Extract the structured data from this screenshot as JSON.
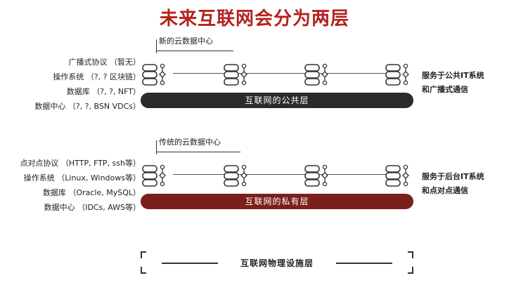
{
  "title": "未来互联网会分为两层",
  "public": {
    "cloud_label": "新的云数据中心",
    "labels": [
      "广播式协议 （暂无）",
      "操作系统 （?, ? 区块链）",
      "数据库 （?, ?, NFT）",
      "数据中心 （?, ?, BSN VDCs）"
    ],
    "bar_label": "互联网的公共层",
    "bar_color": "#2b2b2b",
    "side_desc": [
      "服务于公共IT系统",
      "和广播式通信"
    ]
  },
  "private": {
    "cloud_label": "传统的云数据中心",
    "labels": [
      "点对点协议 （HTTP, FTP, ssh等）",
      "操作系统 （Linux, Windows等）",
      "数据库 （Oracle, MySQL）",
      "数据中心 （IDCs, AWS等）"
    ],
    "bar_label": "互联网的私有层",
    "bar_color": "#7a1f1a",
    "side_desc": [
      "服务于后台IT系统",
      "和点对点通信"
    ]
  },
  "physical_label": "互联网物理设施层",
  "colors": {
    "title": "#b3221c",
    "icon": "#333333"
  },
  "icons": [
    "server-icon",
    "connector-icon"
  ]
}
